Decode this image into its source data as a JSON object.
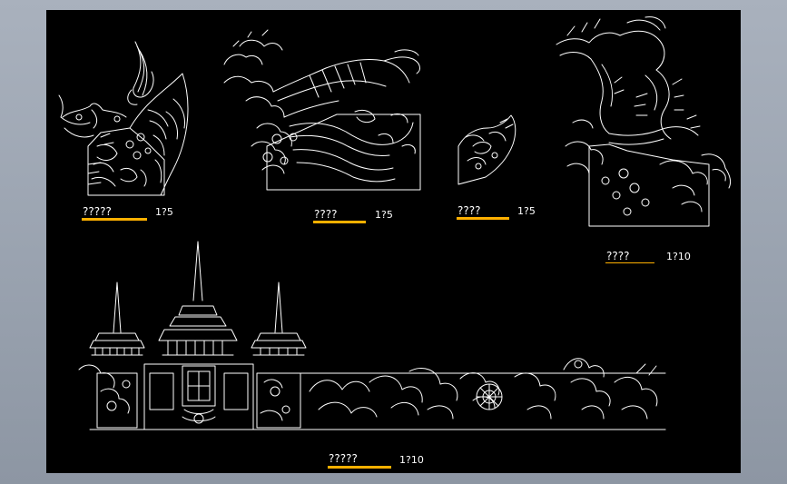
{
  "labels": [
    {
      "title": "?????",
      "scale": "1?5"
    },
    {
      "title": "????",
      "scale": "1?5"
    },
    {
      "title": "????",
      "scale": "1?5"
    },
    {
      "title": "????",
      "scale": "1?10"
    },
    {
      "title": "?????",
      "scale": "1?10"
    }
  ],
  "colors": {
    "background": "#000000",
    "line": "#ffffff",
    "underline": "#ffb000",
    "frame": "#9ea6b2"
  }
}
